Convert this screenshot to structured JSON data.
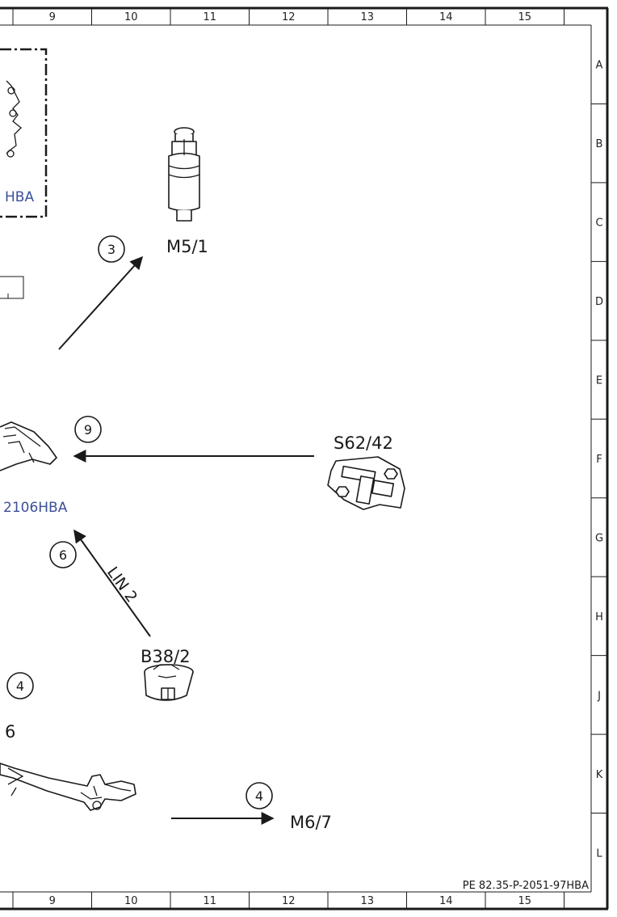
{
  "frame": {
    "columns": [
      "9",
      "10",
      "11",
      "12",
      "13",
      "14",
      "15"
    ],
    "rows": [
      "A",
      "B",
      "C",
      "D",
      "E",
      "F",
      "G",
      "H",
      "J",
      "K",
      "L"
    ],
    "reference": "PE 82.35-P-2051-97HBA"
  },
  "components": {
    "m5_1": "M5/1",
    "s62_42": "S62/42",
    "b38_2": "B38/2",
    "m6_7": "M6/7"
  },
  "bus_label": "LIN 2",
  "circle_numbers": {
    "n3": "3",
    "n9": "9",
    "n6": "6",
    "n4_left": "4",
    "n4_right": "4"
  },
  "cut_off_text": {
    "hba": "HBA",
    "doc_2106hba": "2106HBA",
    "six": "6"
  },
  "colors": {
    "line": "#1a1a1a",
    "link_blue": "#3a4f9a"
  }
}
